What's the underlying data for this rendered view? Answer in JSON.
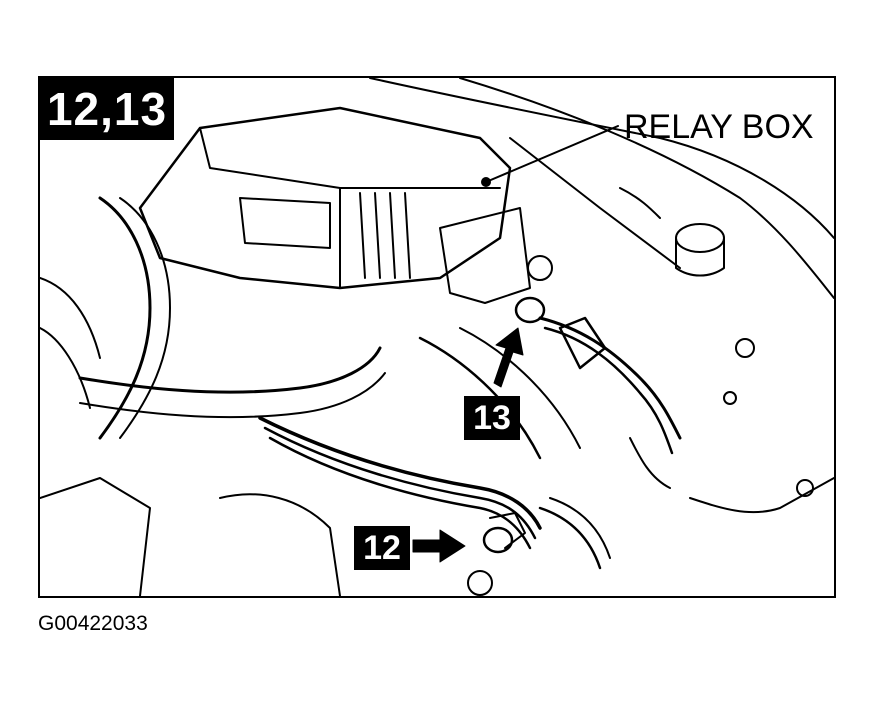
{
  "figure": {
    "step_badge": "12,13",
    "relay_box_label": "RELAY BOX",
    "callout_13": "13",
    "callout_12": "12",
    "figure_id": "G00422033"
  },
  "colors": {
    "ink": "#000000",
    "paper": "#ffffff"
  }
}
